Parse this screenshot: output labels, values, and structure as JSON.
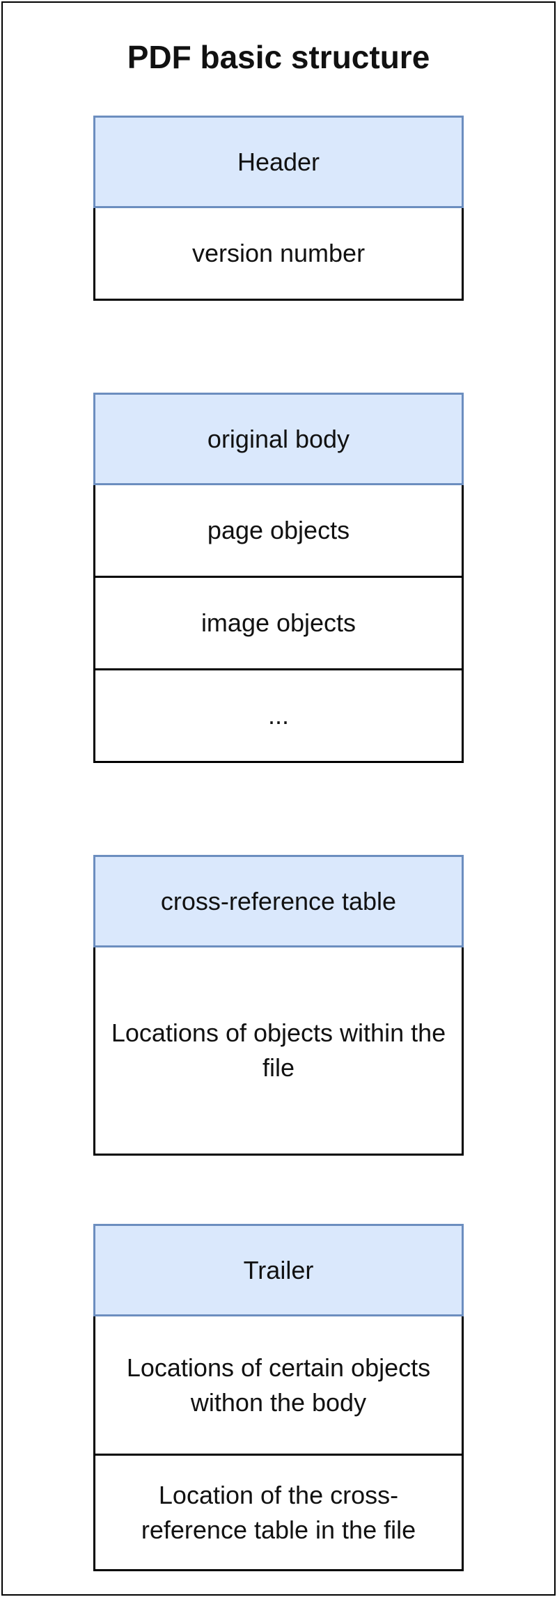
{
  "title": "PDF basic structure",
  "blocks": {
    "header": {
      "title": "Header",
      "rows": [
        "version number"
      ]
    },
    "body": {
      "title": "original body",
      "rows": [
        "page objects",
        "image objects",
        "..."
      ]
    },
    "xref": {
      "title": "cross-reference table",
      "rows": [
        "Locations of objects within the file"
      ]
    },
    "trailer": {
      "title": "Trailer",
      "rows": [
        "Locations of certain objects withon the body",
        "Location of the cross-reference table in the file"
      ]
    }
  },
  "colors": {
    "header_fill": "#dae8fc",
    "header_stroke": "#6c8ebf",
    "cell_stroke": "#000000",
    "background": "#ffffff"
  }
}
